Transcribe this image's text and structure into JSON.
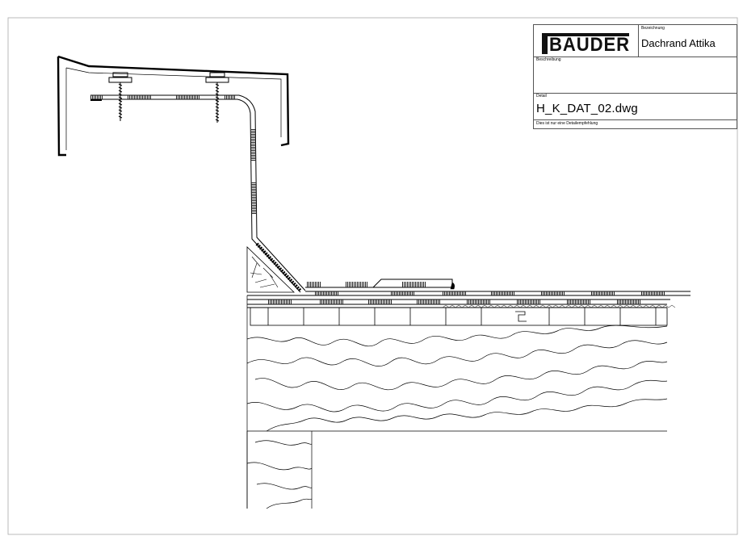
{
  "title_block": {
    "logo_text": "BAUDER",
    "bezeichnung_label": "Bezeichnung",
    "bezeichnung_value": "Dachrand Attika",
    "beschreibung_label": "Beschreibung",
    "detail_label": "Detail",
    "detail_value": "H_K_DAT_02.dwg",
    "note": "Dies ist nur eine Detailempfehlung"
  },
  "colors": {
    "line": "#000000",
    "frame": "#888888",
    "hatch": "#333333"
  }
}
